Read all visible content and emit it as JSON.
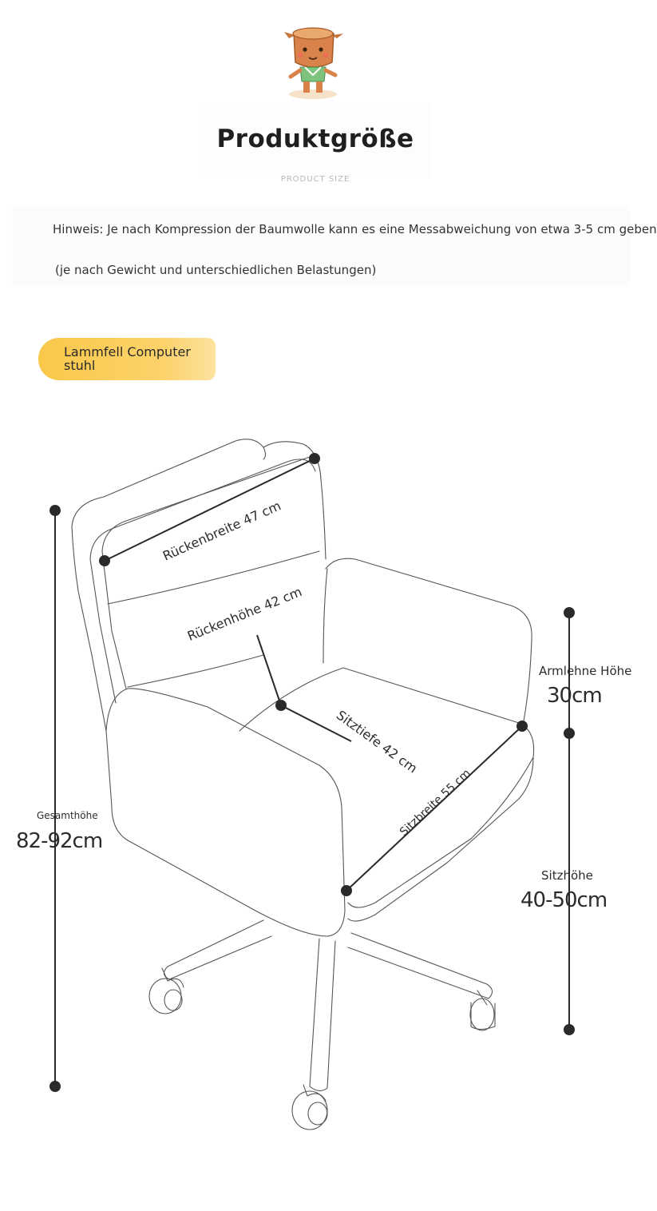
{
  "header": {
    "title": "Produktgröße",
    "subtitle": "PRODUCT SIZE"
  },
  "note": {
    "line1": "Hinweis: Je nach Kompression der Baumwolle kann es eine Messabweichung von etwa 3-5 cm geben",
    "line2": "(je nach Gewicht und unterschiedlichen Belastungen)"
  },
  "badge": {
    "label": "Lammfell Computer stuhl"
  },
  "dimensions": {
    "back_width": "Rückenbreite 47 cm",
    "back_height": "Rückenhöhe 42 cm",
    "seat_depth": "Sitztiefe 42 cm",
    "seat_width": "Sitzbreite 55 cm",
    "total_height_label": "Gesamthöhe",
    "total_height_value": "82-92cm",
    "armrest_height_label": "Armlehne Höhe",
    "armrest_height_value": "30cm",
    "seat_height_label": "Sitzhöhe",
    "seat_height_value": "40-50cm"
  },
  "colors": {
    "badge": "#f9c84a",
    "line": "#2a2a2a"
  },
  "icons": {
    "mascot": "tree-stump-mascot-icon"
  }
}
